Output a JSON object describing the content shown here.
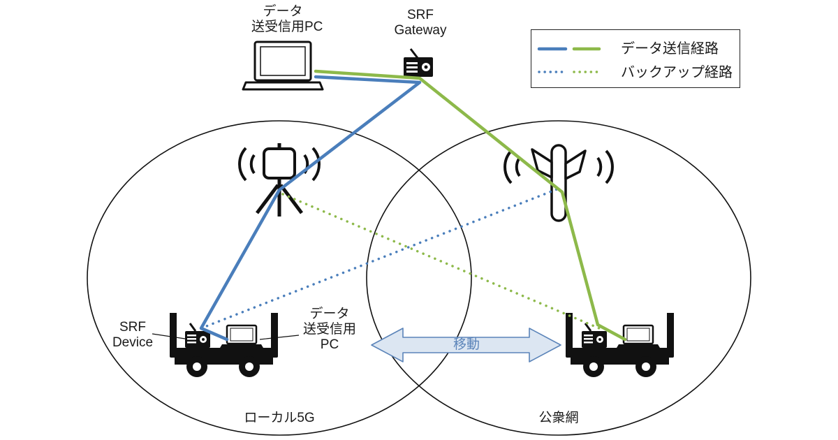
{
  "labels": {
    "pc_top_line1": "データ",
    "pc_top_line2": "送受信用PC",
    "gateway_line1": "SRF",
    "gateway_line2": "Gateway",
    "srf_device_line1": "SRF",
    "srf_device_line2": "Device",
    "cart_pc_line1": "データ",
    "cart_pc_line2": "送受信用",
    "cart_pc_line3": "PC",
    "move": "移動",
    "area_left": "ローカル5G",
    "area_right": "公衆網"
  },
  "legend": {
    "solid_label": "データ送信経路",
    "dotted_label": "バックアップ経路"
  },
  "colors": {
    "local5g_blue": "#4a7ebb",
    "public_green": "#8db94a",
    "move_arrow_fill": "#dce6f2",
    "move_arrow_stroke": "#5b84b9",
    "move_text": "#5b84b9"
  },
  "icons": {
    "laptop": "laptop-icon",
    "gateway": "radio-gateway-icon",
    "local5g_antenna": "local5g-antenna-icon",
    "public_tower": "public-antenna-tower-icon",
    "cart": "cart-icon",
    "srf_device": "radio-device-icon"
  }
}
